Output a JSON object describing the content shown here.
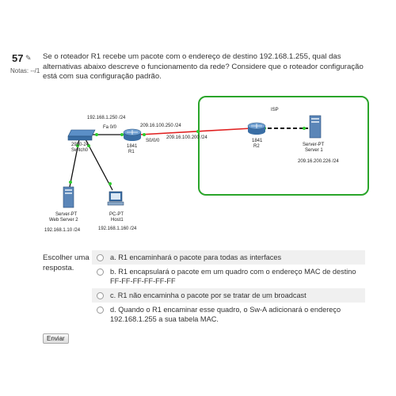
{
  "question": {
    "number": "57",
    "flag_icon": "pencil-flag-icon",
    "score_label": "Notas: --/1",
    "text": "Se o roteador R1 recebe um pacote com o endereço de destino 192.168.1.255, qual das alternativas abaixo descreve o funcionamento da rede? Considere que o roteador configuração está com sua configuração padrão."
  },
  "diagram": {
    "isp_label": "ISP",
    "switch": {
      "ip": "192.168.1.250 /24",
      "name": "2950-24",
      "model_suffix": "Switch0",
      "port": "Fa 0/0"
    },
    "r1": {
      "model": "1841",
      "name": "R1",
      "wan_ip": "209.16.100.250 /24",
      "port": "S0/0/0"
    },
    "r2": {
      "model": "1841",
      "name": "R2",
      "wan_ip": "209.16.100.200 /24"
    },
    "server1": {
      "type": "Server-PT",
      "name": "Server 1",
      "ip": "209.16.200.226 /24"
    },
    "web_server": {
      "type": "Server-PT",
      "name": "Web Server 2",
      "ip": "192.168.1.10 /24"
    },
    "host": {
      "type": "PC-PT",
      "name": "Host1",
      "ip": "192.168.1.160 /24"
    },
    "colors": {
      "isp_border": "#2aa52a",
      "serial_link": "#e02020",
      "link_up": "#2ecc2e",
      "device_blue": "#3a6ea5"
    }
  },
  "answers": {
    "prompt": "Escolher uma resposta.",
    "options": [
      {
        "label": "a. R1 encaminhará o pacote para todas as interfaces"
      },
      {
        "label": "b. R1 encapsulará o pacote em um quadro com o endereço MAC de destino FF-FF-FF-FF-FF-FF"
      },
      {
        "label": "c. R1 não encaminha o pacote por se tratar de um broadcast"
      },
      {
        "label": "d. Quando o R1 encaminar esse quadro, o Sw-A adicionará o endereço 192.168.1.255 a sua tabela MAC."
      }
    ]
  },
  "submit_label": "Enviar"
}
